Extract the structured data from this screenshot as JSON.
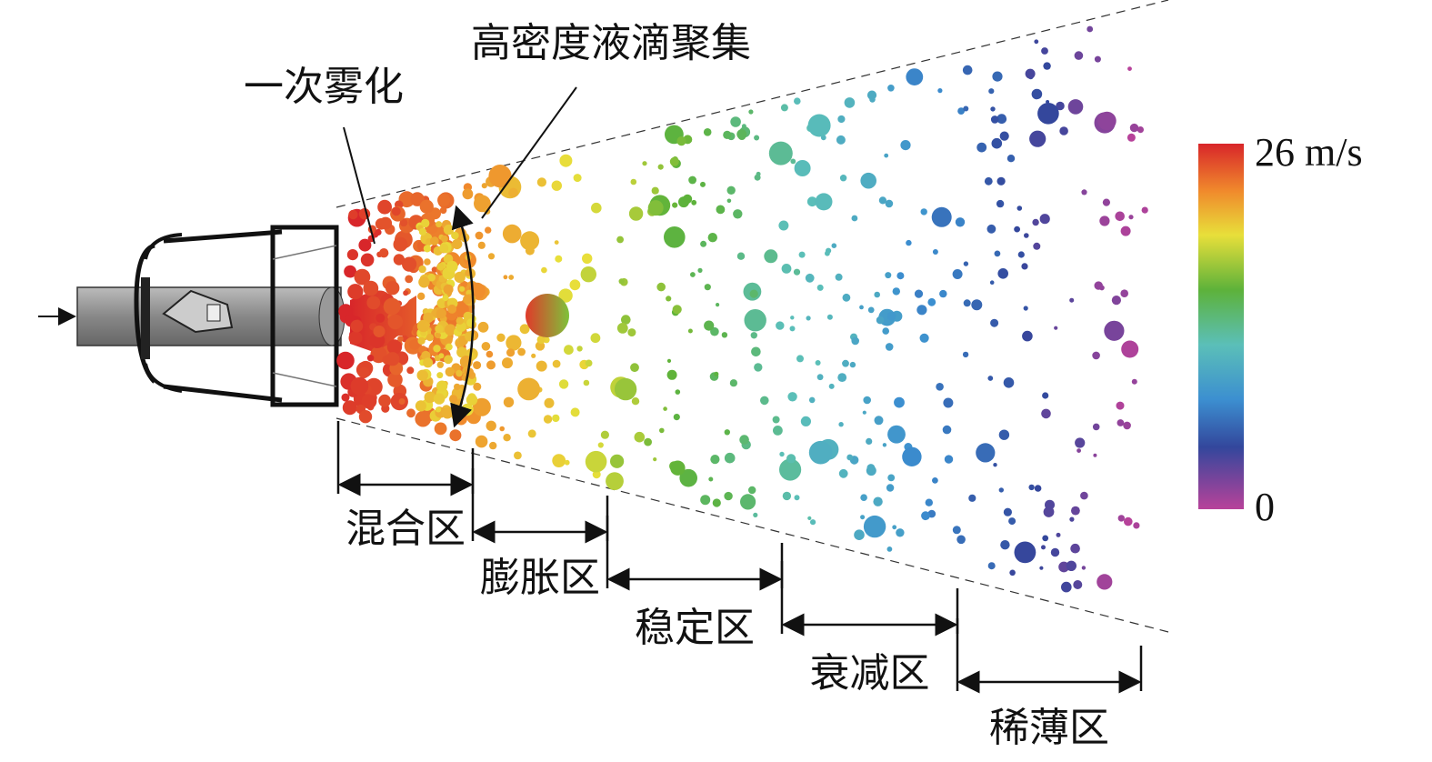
{
  "annotations": {
    "primary_atomization": "一次雾化",
    "high_density_cluster": "高密度液滴聚集"
  },
  "zones": [
    {
      "label": "混合区"
    },
    {
      "label": "膨胀区"
    },
    {
      "label": "稳定区"
    },
    {
      "label": "衰减区"
    },
    {
      "label": "稀薄区"
    }
  ],
  "colorbar": {
    "max_label": "26 m/s",
    "min_label": "0",
    "max_value": 26,
    "min_value": 0,
    "unit": "m/s",
    "colors": [
      "#d8262a",
      "#f08a2c",
      "#e8df3a",
      "#5db23a",
      "#5bbfb8",
      "#3c8fd0",
      "#33479c",
      "#b8429a"
    ]
  }
}
